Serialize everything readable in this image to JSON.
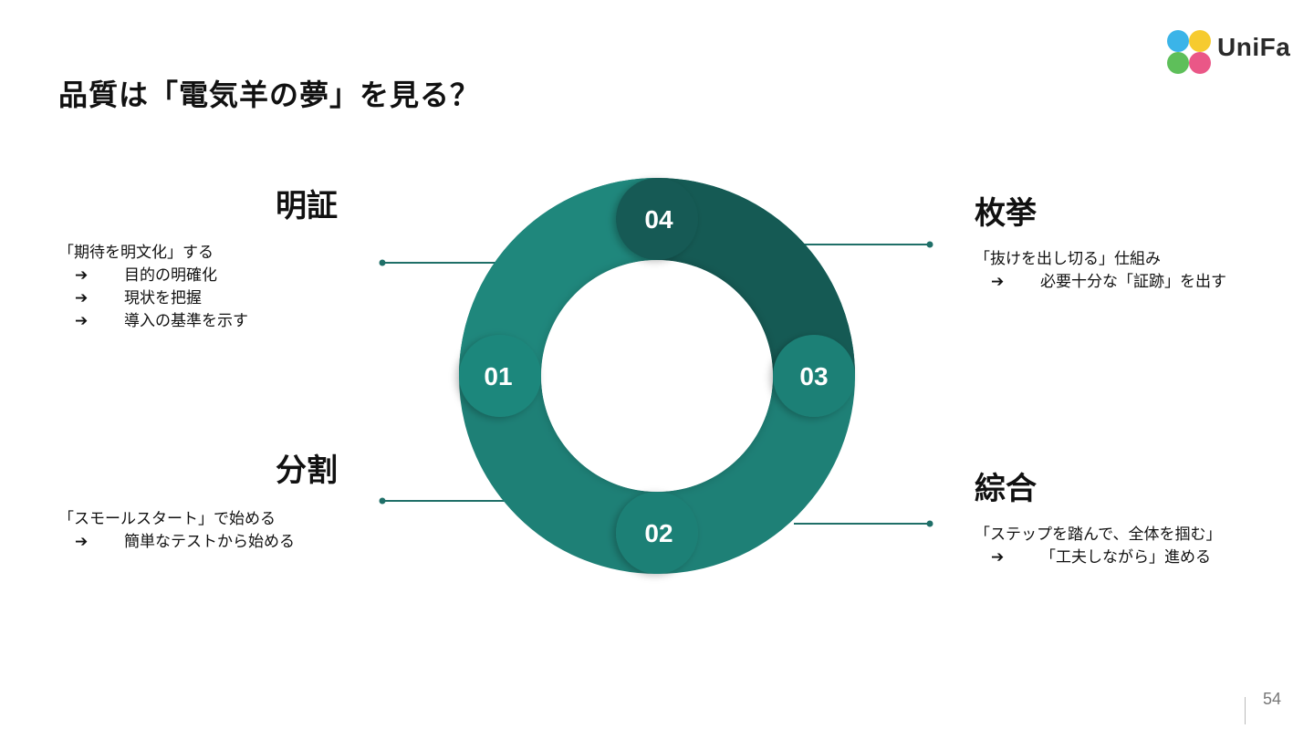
{
  "title": "品質は「電気羊の夢」を見る？",
  "logo": {
    "text": "UniFa"
  },
  "colors": {
    "ring_main": "#1e8076",
    "ring_dark": "#155a54",
    "ring_seg01": "#1f877c",
    "connector": "#1f6f68"
  },
  "steps": [
    {
      "number": "01",
      "label": "明証"
    },
    {
      "number": "02",
      "label": "分割"
    },
    {
      "number": "03",
      "label": "綜合"
    },
    {
      "number": "04",
      "label": "枚挙"
    }
  ],
  "sections": {
    "meisho": {
      "title": "明証",
      "subtitle": "「期待を明文化」する",
      "bullets": [
        "目的の明確化",
        "現状を把握",
        "導入の基準を示す"
      ]
    },
    "bunkatsu": {
      "title": "分割",
      "subtitle": "「スモールスタート」で始める",
      "bullets": [
        "簡単なテストから始める"
      ]
    },
    "maikyo": {
      "title": "枚挙",
      "subtitle": "「抜けを出し切る」仕組み",
      "bullets": [
        "必要十分な「証跡」を出す"
      ]
    },
    "sogo": {
      "title": "綜合",
      "subtitle": "「ステップを踏んで、全体を掴む」",
      "bullets": [
        "「工夫しながら」進める"
      ]
    }
  },
  "arrow_glyph": "➔",
  "page_number": "54"
}
